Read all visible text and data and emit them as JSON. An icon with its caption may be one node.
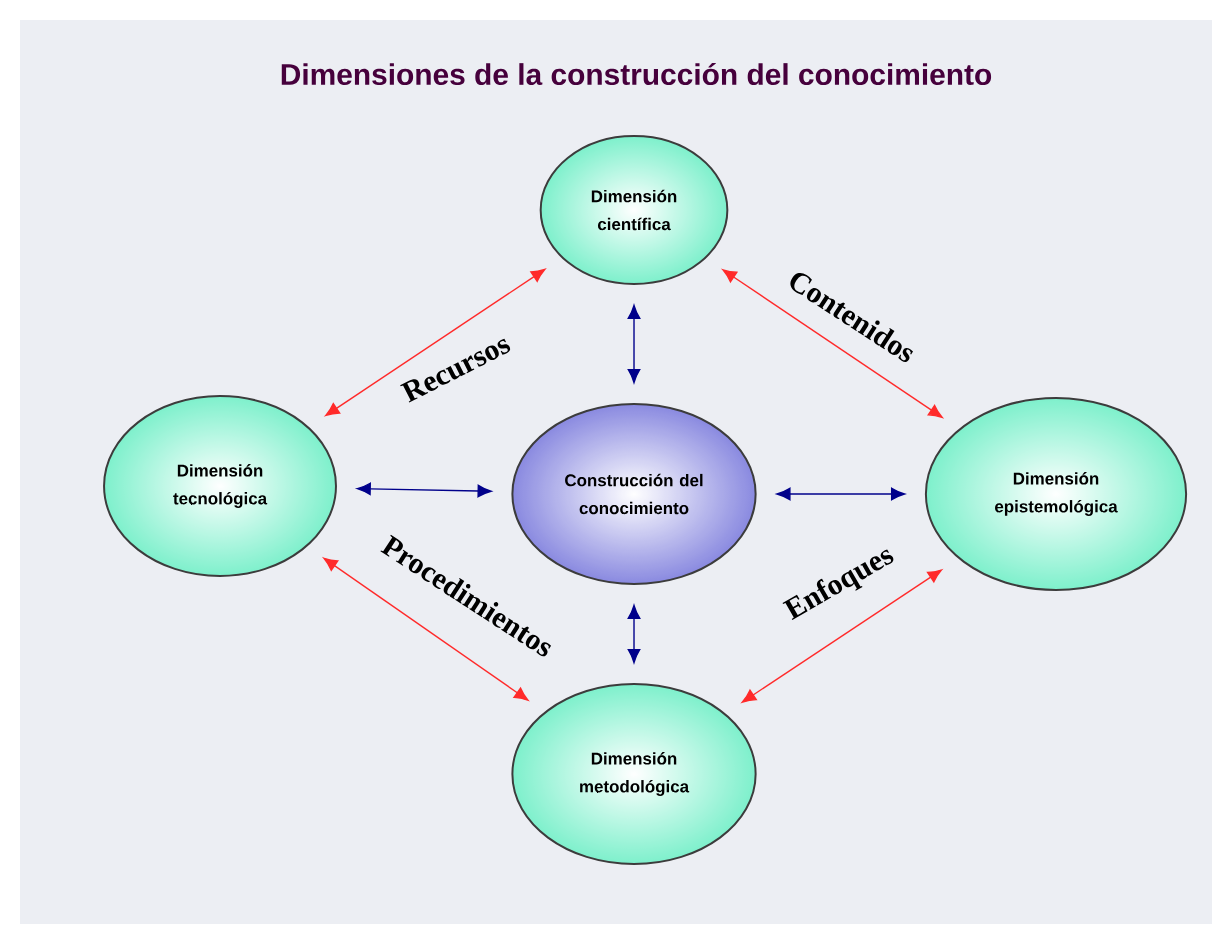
{
  "diagram": {
    "title": "Dimensiones de la construcción del conocimiento",
    "nodes": [
      {
        "text": [
          "Dimensión científica"
        ]
      },
      {
        "text": [
          "Dimensión tecnológica"
        ]
      },
      {
        "text": [
          "Construcción del conocimiento"
        ]
      },
      {
        "text": [
          "Dimensión epistemológica"
        ]
      },
      {
        "text": [
          "Dimensión metodológica"
        ]
      }
    ],
    "edges": [
      {
        "from": 0,
        "to": 2,
        "arrow": "both"
      },
      {
        "from": 1,
        "to": 2,
        "arrow": "both"
      },
      {
        "from": 2,
        "to": 3,
        "arrow": "both"
      },
      {
        "from": 2,
        "to": 4,
        "arrow": "both"
      },
      {
        "from": 1,
        "to": 0,
        "arrow": "both",
        "label": "Recursos",
        "color": "#ff2a2a"
      },
      {
        "from": 0,
        "to": 3,
        "arrow": "both",
        "label": "Contenidos",
        "color": "#ff2a2a"
      },
      {
        "from": 1,
        "to": 4,
        "arrow": "both",
        "label": "Procedimientos",
        "color": "#ff2a2a"
      },
      {
        "from": 4,
        "to": 3,
        "arrow": "both",
        "label": "Enfoques",
        "color": "#ff2a2a"
      }
    ]
  }
}
